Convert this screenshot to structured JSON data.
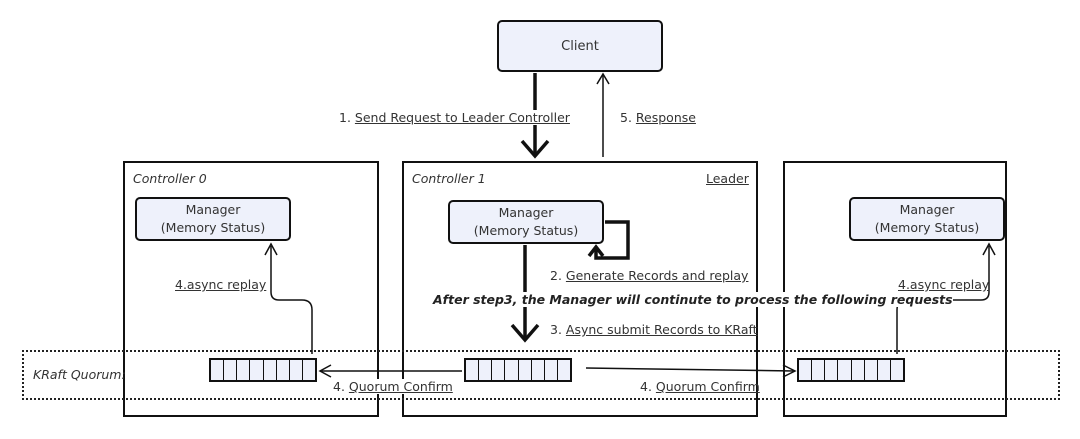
{
  "client": {
    "label": "Client"
  },
  "controllers": [
    {
      "title": "Controller 0",
      "manager": [
        "Manager",
        "(Memory Status)"
      ],
      "replay_label": "4.async replay"
    },
    {
      "title": "Controller 1",
      "leader_label": "Leader",
      "manager": [
        "Manager",
        "(Memory Status)"
      ]
    },
    {
      "title": "",
      "manager": [
        "Manager",
        "(Memory Status)"
      ],
      "replay_label": "4.async replay"
    }
  ],
  "steps": {
    "step1_num": "1. ",
    "step1_text": "Send Request to Leader Controller",
    "step2_num": "2. ",
    "step2_text": "Generate Records and replay",
    "step3_num": "3. ",
    "step3_text": "Async submit Records to KRaft",
    "step4_num": "4. ",
    "step4_text": "Quorum Confirm",
    "step5_num": "5. ",
    "step5_text": "Response"
  },
  "note": "After step3, the Manager will continute to process the following requests",
  "quorum_label": "KRaft Quorum:",
  "queue_cells": 8
}
